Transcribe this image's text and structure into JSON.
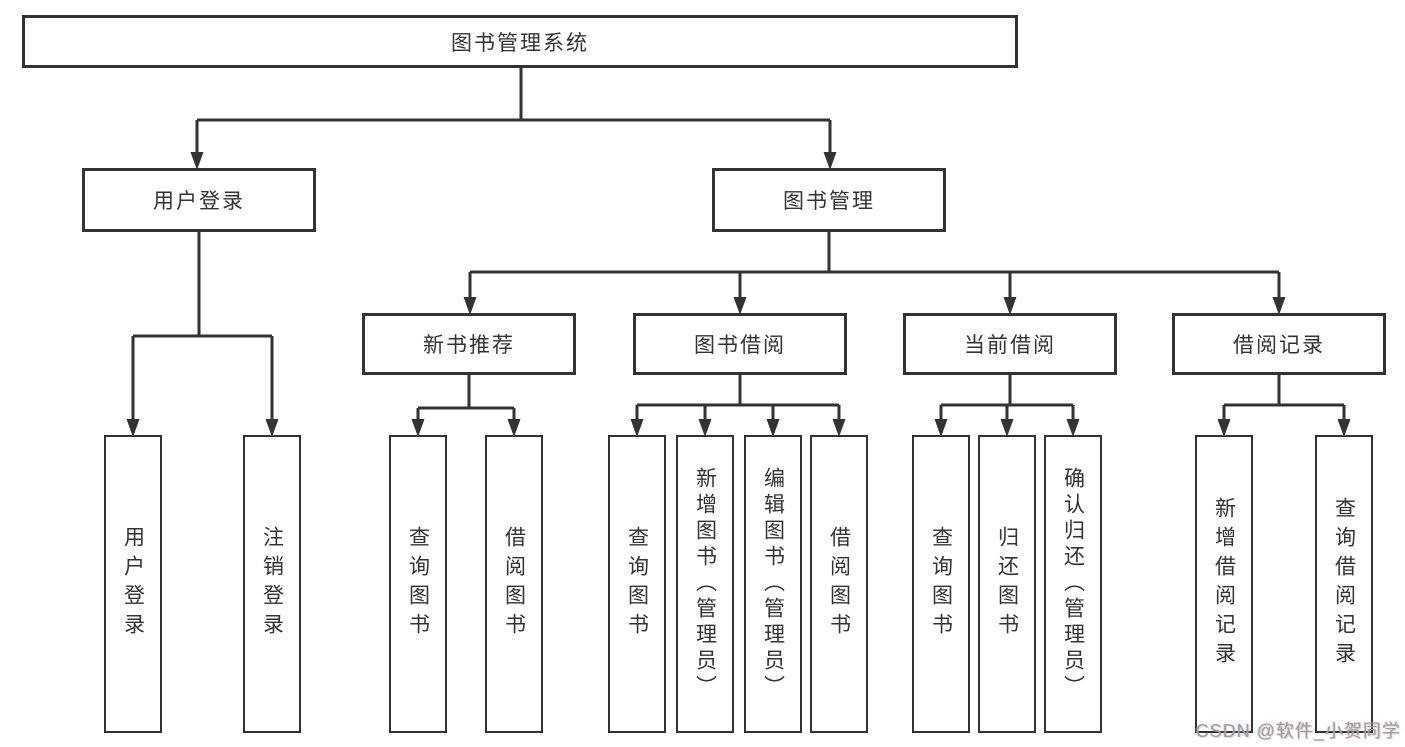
{
  "colors": {
    "line": "#333333",
    "text": "#333333",
    "background": "#ffffff",
    "watermark": "#9e9e9e"
  },
  "watermark": "CSDN @软件_小贺同学",
  "nodes": {
    "root": {
      "label": "图书管理系统"
    },
    "user_login": {
      "label": "用户登录"
    },
    "book_management": {
      "label": "图书管理"
    },
    "new_book_recommend": {
      "label": "新书推荐"
    },
    "book_borrow": {
      "label": "图书借阅"
    },
    "current_borrow": {
      "label": "当前借阅"
    },
    "borrow_record": {
      "label": "借阅记录"
    },
    "login_user_login": {
      "label": "用户登录"
    },
    "login_logout": {
      "label": "注销登录"
    },
    "recommend_query_book": {
      "label": "查询图书"
    },
    "recommend_borrow_book": {
      "label": "借阅图书"
    },
    "borrow_query_book": {
      "label": "查询图书"
    },
    "borrow_add_book": {
      "label": "新增图书（管理员）"
    },
    "borrow_edit_book": {
      "label": "编辑图书（管理员）"
    },
    "borrow_borrow_book": {
      "label": "借阅图书"
    },
    "current_query_book": {
      "label": "查询图书"
    },
    "current_return_book": {
      "label": "归还图书"
    },
    "current_confirm_return": {
      "label": "确认归还（管理员）"
    },
    "record_add_record": {
      "label": "新增借阅记录"
    },
    "record_query_record": {
      "label": "查询借阅记录"
    }
  }
}
